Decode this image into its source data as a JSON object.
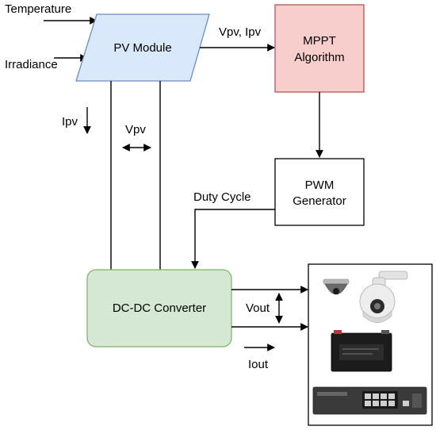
{
  "inputs": {
    "temperature": "Temperature",
    "irradiance": "Irradiance"
  },
  "blocks": {
    "pv_module": "PV Module",
    "mppt_line1": "MPPT",
    "mppt_line2": "Algorithm",
    "pwm_line1": "PWM",
    "pwm_line2": "Generator",
    "dcdc": "DC-DC Converter"
  },
  "signals": {
    "vpv_ipv": "Vpv, Ipv",
    "ipv": "Ipv",
    "vpv": "Vpv",
    "duty_cycle": "Duty Cycle",
    "vout": "Vout",
    "iout": "Iout"
  },
  "colors": {
    "pv_module_fill": "#dae8fc",
    "pv_module_stroke": "#6c8ebf",
    "mppt_fill": "#f8cecc",
    "mppt_stroke": "#b85450",
    "dcdc_fill": "#d5e8d4",
    "dcdc_stroke": "#82b366"
  },
  "load_panel": {
    "icons": [
      "dome-camera-icon",
      "ptz-camera-icon",
      "battery-icon",
      "network-switch-icon"
    ]
  }
}
